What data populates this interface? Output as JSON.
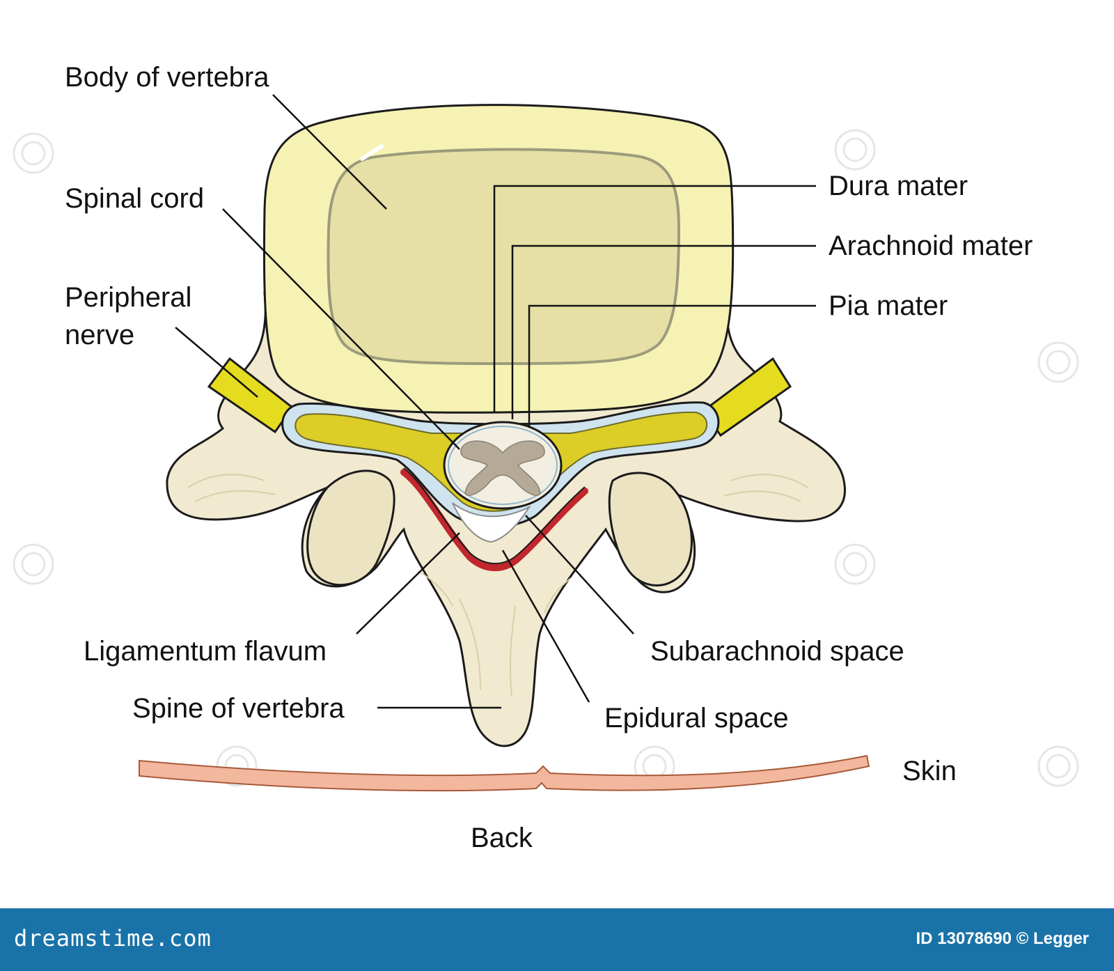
{
  "labels": {
    "body_of_vertebra": "Body of vertebra",
    "spinal_cord": "Spinal cord",
    "peripheral_nerve_line1": "Peripheral",
    "peripheral_nerve_line2": "nerve",
    "dura_mater": "Dura mater",
    "arachnoid_mater": "Arachnoid mater",
    "pia_mater": "Pia mater",
    "ligamentum_flavum": "Ligamentum flavum",
    "subarachnoid_space": "Subarachnoid space",
    "spine_of_vertebra": "Spine of vertebra",
    "epidural_space": "Epidural space",
    "skin": "Skin",
    "back": "Back"
  },
  "footer": {
    "brand": "dreamstime.com",
    "credit": "ID 13078690 © Legger"
  },
  "colors": {
    "vertebral_body": "#f6f2b4",
    "bone": "#f1ead0",
    "nerve": "#e6dc1f",
    "dura": "#b7d5e6",
    "ligament": "#c1272d",
    "skin": "#f2b79d",
    "footer_bg": "#1a73a8"
  }
}
